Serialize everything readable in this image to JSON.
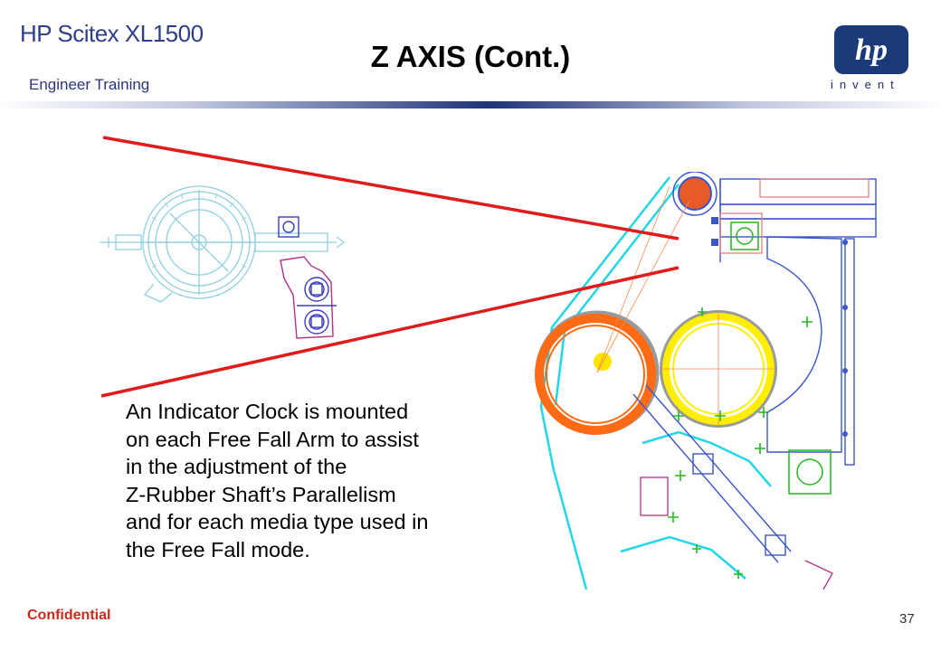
{
  "header": {
    "brand": "HP Scitex XL1500",
    "subtitle": "Engineer  Training",
    "title": "Z AXIS (Cont.)",
    "logo_text": "hp",
    "logo_tagline": "invent"
  },
  "body": {
    "lines": [
      "An Indicator Clock is mounted",
      "on each Free Fall Arm to assist",
      "in the adjustment of the",
      "Z-Rubber Shaft’s Parallelism",
      "and for each media type used in",
      "the Free Fall mode."
    ]
  },
  "footer": {
    "confidential": "Confidential",
    "page_number": "37"
  },
  "colors": {
    "brand_blue": "#2e3f88",
    "callout_red": "#e01b1b",
    "confidential_red": "#cc2a1c",
    "drawing_cyan": "#22d6e8"
  }
}
